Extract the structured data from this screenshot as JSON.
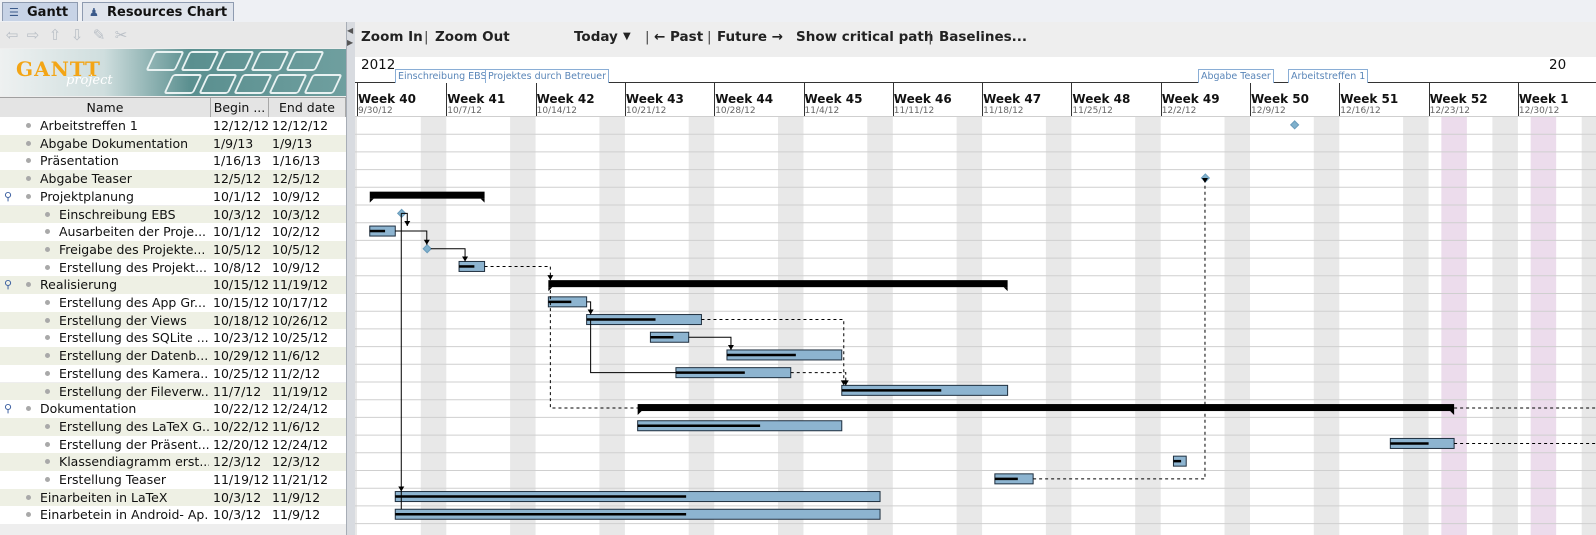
{
  "tabs": [
    {
      "label": "Gantt",
      "icon": "gantt-icon",
      "active": true
    },
    {
      "label": "Resources Chart",
      "icon": "resources-icon",
      "active": false
    }
  ],
  "logo": {
    "brand": "GANTT",
    "sub": "project"
  },
  "table": {
    "headers": [
      "Name",
      "Begin ...",
      "End date"
    ],
    "rows": [
      {
        "name": "Arbeitstreffen 1",
        "begin": "12/12/12",
        "end": "12/12/12",
        "level": 0,
        "summary": false
      },
      {
        "name": "Abgabe Dokumentation",
        "begin": "1/9/13",
        "end": "1/9/13",
        "level": 0,
        "summary": false
      },
      {
        "name": "Präsentation",
        "begin": "1/16/13",
        "end": "1/16/13",
        "level": 0,
        "summary": false
      },
      {
        "name": "Abgabe Teaser",
        "begin": "12/5/12",
        "end": "12/5/12",
        "level": 0,
        "summary": false
      },
      {
        "name": "Projektplanung",
        "begin": "10/1/12",
        "end": "10/9/12",
        "level": 0,
        "summary": true
      },
      {
        "name": "Einschreibung EBS",
        "begin": "10/3/12",
        "end": "10/3/12",
        "level": 1,
        "summary": false
      },
      {
        "name": "Ausarbeiten der Proje...",
        "begin": "10/1/12",
        "end": "10/2/12",
        "level": 1,
        "summary": false
      },
      {
        "name": "Freigabe des Projekte...",
        "begin": "10/5/12",
        "end": "10/5/12",
        "level": 1,
        "summary": false
      },
      {
        "name": "Erstellung des Projekt...",
        "begin": "10/8/12",
        "end": "10/9/12",
        "level": 1,
        "summary": false
      },
      {
        "name": "Realisierung",
        "begin": "10/15/12",
        "end": "11/19/12",
        "level": 0,
        "summary": true
      },
      {
        "name": "Erstellung des App Gr...",
        "begin": "10/15/12",
        "end": "10/17/12",
        "level": 1,
        "summary": false
      },
      {
        "name": "Erstellung der Views",
        "begin": "10/18/12",
        "end": "10/26/12",
        "level": 1,
        "summary": false
      },
      {
        "name": "Erstellung des SQLite ...",
        "begin": "10/23/12",
        "end": "10/25/12",
        "level": 1,
        "summary": false
      },
      {
        "name": "Erstellung der Datenb...",
        "begin": "10/29/12",
        "end": "11/6/12",
        "level": 1,
        "summary": false
      },
      {
        "name": "Erstellung des Kamera...",
        "begin": "10/25/12",
        "end": "11/2/12",
        "level": 1,
        "summary": false
      },
      {
        "name": "Erstellung der Fileverw...",
        "begin": "11/7/12",
        "end": "11/19/12",
        "level": 1,
        "summary": false
      },
      {
        "name": "Dokumentation",
        "begin": "10/22/12",
        "end": "12/24/12",
        "level": 0,
        "summary": true
      },
      {
        "name": "Erstellung des LaTeX G...",
        "begin": "10/22/12",
        "end": "11/6/12",
        "level": 1,
        "summary": false
      },
      {
        "name": "Erstellung der Präsent...",
        "begin": "12/20/12",
        "end": "12/24/12",
        "level": 1,
        "summary": false
      },
      {
        "name": "Klassendiagramm erst...",
        "begin": "12/3/12",
        "end": "12/3/12",
        "level": 1,
        "summary": false
      },
      {
        "name": "Erstellung Teaser",
        "begin": "11/19/12",
        "end": "11/21/12",
        "level": 1,
        "summary": false
      },
      {
        "name": "Einarbeiten in LaTeX",
        "begin": "10/3/12",
        "end": "11/9/12",
        "level": 0,
        "summary": false
      },
      {
        "name": "Einarbetein in Android- Ap...",
        "begin": "10/3/12",
        "end": "11/9/12",
        "level": 0,
        "summary": false
      }
    ]
  },
  "gantt_toolbar": {
    "zoom_in": "Zoom In",
    "zoom_out": "Zoom Out",
    "today": "Today",
    "past": "← Past",
    "future": "Future →",
    "critical": "Show critical path",
    "baselines": "Baselines..."
  },
  "timeline": {
    "year_start": "2012",
    "year_end": "20",
    "milestone_labels": [
      "Einschreibung EBS",
      "Projektes durch Betreuer",
      "Abgabe Teaser",
      "Arbeitstreffen 1"
    ],
    "weeks": [
      {
        "label": "Week 40",
        "date": "9/30/12"
      },
      {
        "label": "Week 41",
        "date": "10/7/12"
      },
      {
        "label": "Week 42",
        "date": "10/14/12"
      },
      {
        "label": "Week 43",
        "date": "10/21/12"
      },
      {
        "label": "Week 44",
        "date": "10/28/12"
      },
      {
        "label": "Week 45",
        "date": "11/4/12"
      },
      {
        "label": "Week 46",
        "date": "11/11/12"
      },
      {
        "label": "Week 47",
        "date": "11/18/12"
      },
      {
        "label": "Week 48",
        "date": "11/25/12"
      },
      {
        "label": "Week 49",
        "date": "12/2/12"
      },
      {
        "label": "Week 50",
        "date": "12/9/12"
      },
      {
        "label": "Week 51",
        "date": "12/16/12"
      },
      {
        "label": "Week 52",
        "date": "12/23/12"
      },
      {
        "label": "Week 1",
        "date": "12/30/12"
      }
    ]
  },
  "colors": {
    "task_fill": "#8db4d0",
    "progress": "#000000",
    "weekend": "#e8e8e8",
    "holiday": "#ecdcec",
    "milestone": "#7fb0cc"
  }
}
